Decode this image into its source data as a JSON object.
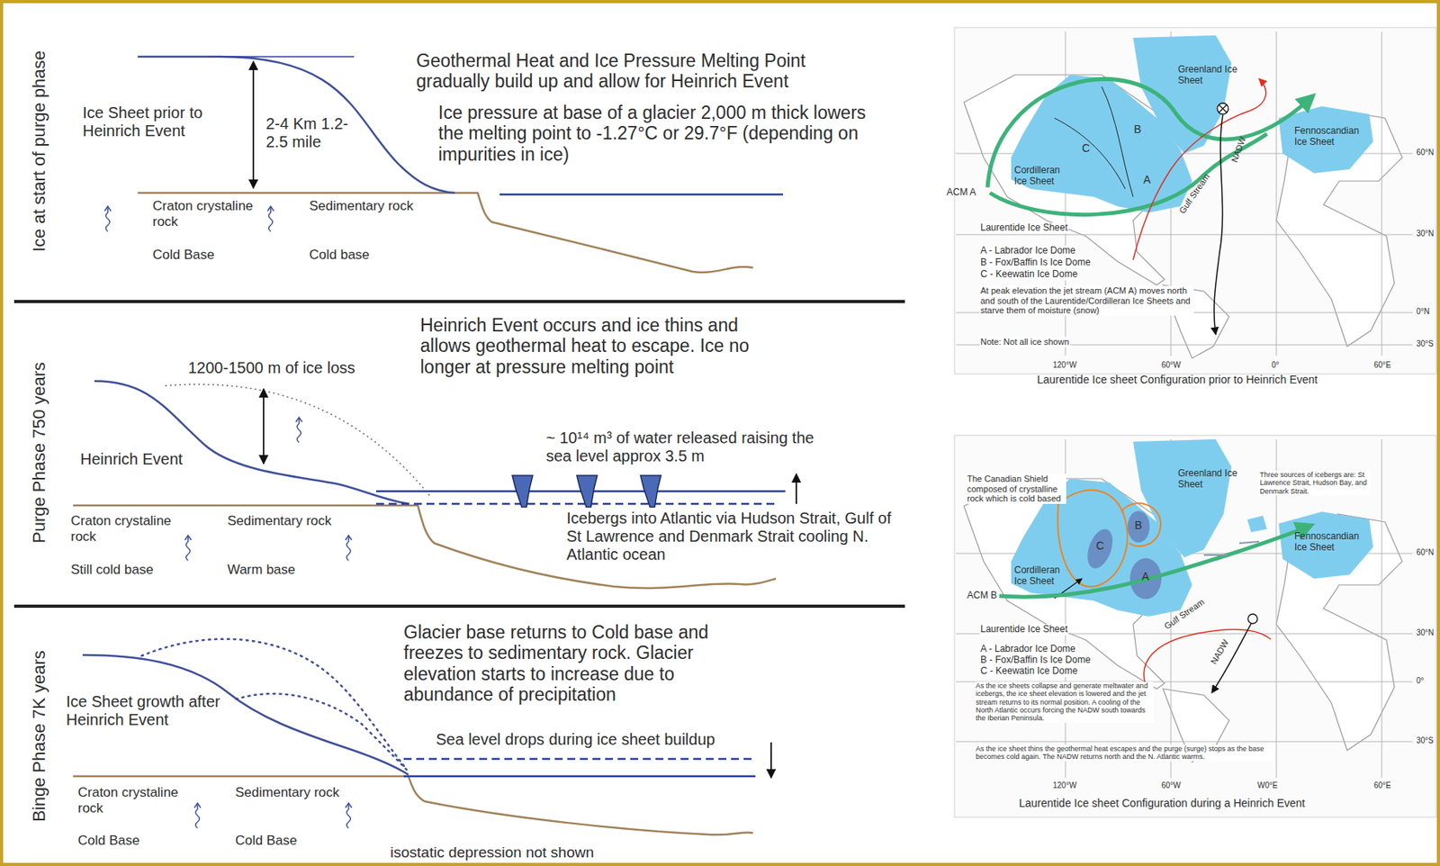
{
  "diagram": {
    "labels": [
      "Ice at start of purge phase",
      "Ice Sheet prior to Heinrich Event",
      "2-4 Km 1.2-2.5 mile",
      "Geothermal Heat and Ice Pressure Melting Point gradually build up and allow for Heinrich Event",
      "Ice pressure at base of a glacier 2,000 m thick lowers the melting point to -1.27°C or 29.7°F (depending on impurities in ice)",
      "Craton crystaline rock",
      "Sedimentary rock",
      "Cold Base",
      "Cold base",
      "Purge Phase 750 years",
      "Heinrich Event occurs and ice thins and allows geothermal heat to escape. Ice no longer at pressure melting point",
      "1200-1500 m of ice loss",
      "Heinrich Event",
      "~ 10¹⁴ m³ of water released raising the sea level approx 3.5 m",
      "Icebergs into Atlantic via Hudson Strait, Gulf of St Lawrence and Denmark Strait cooling N. Atlantic ocean",
      "Craton crystaline rock",
      "Sedimentary rock",
      "Still cold base",
      "Warm base",
      "Binge Phase 7K years",
      "Glacier base returns to Cold base and freezes to sedimentary rock. Glacier elevation starts to increase due to abundance of precipitation",
      "Ice Sheet growth after Heinrich Event",
      "Sea level drops during ice sheet buildup",
      "Craton crystaline rock",
      "Sedimentary rock",
      "Cold Base",
      "Cold Base",
      "isostatic depression not shown",
      "Greenland Ice Sheet",
      "Fennoscandian Ice Sheet",
      "Cordilleran Ice Sheet",
      "ACM A",
      "A",
      "B",
      "C",
      "NADW",
      "Gulf Stream",
      "Laurentide Ice Sheet",
      "A - Labrador Ice Dome",
      "B - Fox/Baffin Is Ice Dome",
      "C - Keewatin Ice Dome",
      "At peak elevation the jet stream (ACM A) moves north and south of the Laurentide/Cordilleran Ice Sheets and starve them of moisture (snow)",
      "Note:  Not all ice shown",
      "60°N",
      "30°N",
      "0°N",
      "30°S",
      "120°W",
      "60°W",
      "0°",
      "60°E",
      "Laurentide Ice sheet Configuration prior to Heinrich Event",
      "Greenland Ice Sheet",
      "The Canadian Shield composed of crystalline rock which is cold based",
      "Three sources of icebergs are: St Lawrence Strait, Hudson Bay, and Denmark Strait.",
      "Fennoscandian Ice Sheet",
      "Cordilleran Ice Sheet",
      "ACM B",
      "C",
      "B",
      "A",
      "Laurentide Ice Sheet",
      "Gulf Stream",
      "NADW",
      "A - Labrador Ice Dome",
      "B - Fox/Baffin Is Ice Dome",
      "C - Keewatin Ice Dome",
      "As the ice sheets collapse and generate meltwater and icebergs, the ice sheet elevation is lowered and the jet stream returns to its normal position. A cooling of the North Atlantic occurs forcing the NADW south towards the Iberian Peninsula.",
      "As the ice sheet thins the geothermal heat escapes and the purge (surge) stops as the base becomes cold again. The NADW returns north and the N. Atlantic warms.",
      "60°N",
      "30°N",
      "0°",
      "30°S",
      "120°W",
      "60°W",
      "W0°E",
      "60°E",
      "Laurentide Ice sheet Configuration during a Heinrich Event"
    ]
  }
}
